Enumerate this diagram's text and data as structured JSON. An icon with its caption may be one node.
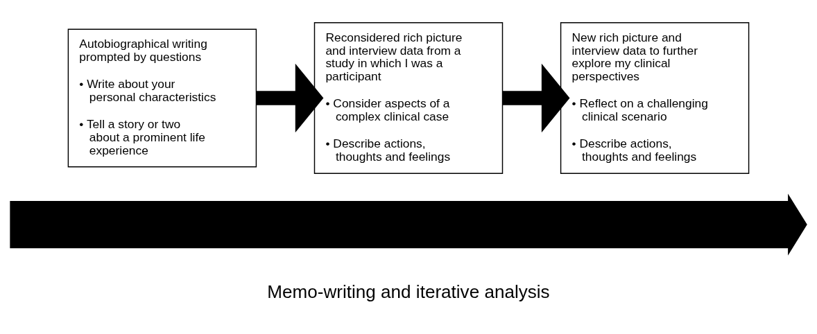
{
  "diagram": {
    "nodes": [
      {
        "text": [
          "Autobiographical writing prompted by questions",
          "• Write about your personal characteristics",
          "• Tell a story or two about a prominent life experience"
        ]
      },
      {
        "text": [
          "Reconsidered rich picture and interview data from a study in which I was a participant",
          "• Consider aspects of a complex clinical case",
          "• Describe actions, thoughts and feelings"
        ]
      },
      {
        "text": [
          "New rich picture and interview data to further explore my clinical perspectives",
          "• Reflect on a challenging clinical scenario",
          "• Describe actions, thoughts and feelings"
        ]
      },
      {
        "text": [],
        "shape": "arrow",
        "beside": [
          "Memo-writing and iterative analysis"
        ]
      }
    ],
    "edges": [
      {
        "from": 0,
        "to": 1,
        "arrow": "to"
      },
      {
        "from": 1,
        "to": 2,
        "arrow": "to"
      }
    ]
  }
}
